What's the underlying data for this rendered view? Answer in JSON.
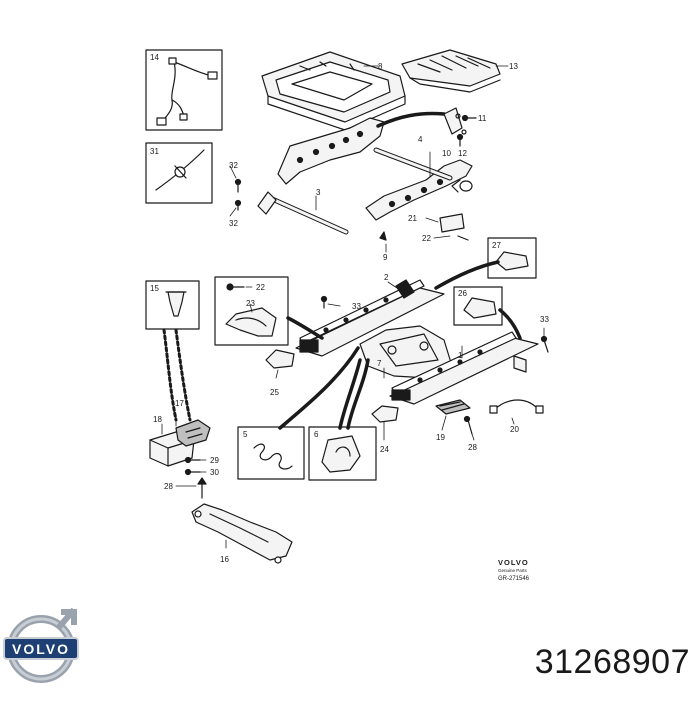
{
  "callouts": [
    "1",
    "2",
    "3",
    "4",
    "5",
    "6",
    "7",
    "8",
    "9",
    "10",
    "11",
    "12",
    "13",
    "14",
    "15",
    "16",
    "17",
    "18",
    "19",
    "20",
    "21",
    "22",
    "22",
    "23",
    "24",
    "25",
    "26",
    "27",
    "28",
    "28",
    "29",
    "30",
    "31",
    "32",
    "32",
    "33",
    "33"
  ],
  "brand_block": {
    "wordmark": "VOLVO",
    "line1": "Genuine Parts",
    "ref": "GR-271546"
  },
  "logo": {
    "wordmark": "VOLVO",
    "icon": "volvo-iron-mark-icon"
  },
  "part_number": "31268907",
  "colors": {
    "line": "#1a1a1a",
    "fill": "#f4f4f4",
    "shade": "#bfbfbf",
    "logo_blue": "#1d3f74"
  }
}
